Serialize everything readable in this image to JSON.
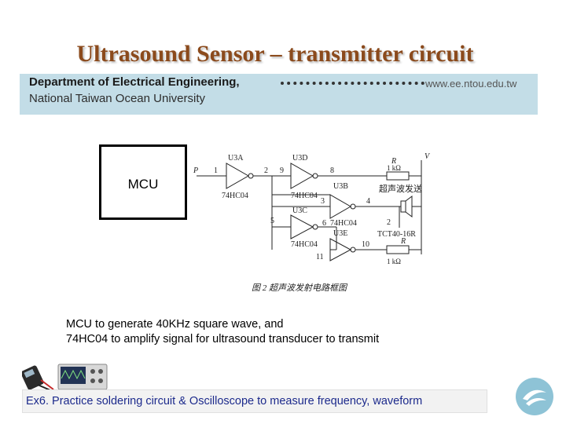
{
  "title": "Ultrasound Sensor – transmitter circuit",
  "header": {
    "department": "Department of Electrical Engineering,",
    "url": "www.ee.ntou.edu.tw",
    "university": "National Taiwan Ocean University"
  },
  "mcu": {
    "label": "MCU"
  },
  "schematic": {
    "gates": [
      {
        "name": "U3A",
        "part": "74HC04",
        "in": "1",
        "out": "2"
      },
      {
        "name": "U3D",
        "part": "74HC04",
        "in": "9",
        "out": "8"
      },
      {
        "name": "U3B",
        "part": "",
        "in": "3",
        "out": "4"
      },
      {
        "name": "U3C",
        "part": "74HC04",
        "in": "5",
        "out": "6"
      },
      {
        "name": "U3E",
        "part": "74HC04",
        "in": "11",
        "out": "10"
      }
    ],
    "input_label": "P",
    "vcc_label": "V",
    "r1": {
      "name": "R",
      "value": "1 kΩ"
    },
    "r2": {
      "name": "R",
      "value": "1 kΩ"
    },
    "transducer_label": "超声波发送",
    "transducer_part": "TCT40-16R",
    "pin2": "2",
    "caption": "图 2   超声波发射电路框图"
  },
  "description": {
    "line1": "MCU to generate 40KHz square wave, and",
    "line2": "74HC04 to amplify signal for ultrasound transducer to transmit"
  },
  "exercise": "Ex6. Practice soldering circuit & Oscilloscope to measure frequency, waveform",
  "colors": {
    "title": "#8b4a1c",
    "banner": "#c3dde7",
    "exercise_text": "#1c2a8c"
  },
  "icons": [
    "multimeter-icon",
    "oscilloscope-icon",
    "university-logo-icon"
  ]
}
